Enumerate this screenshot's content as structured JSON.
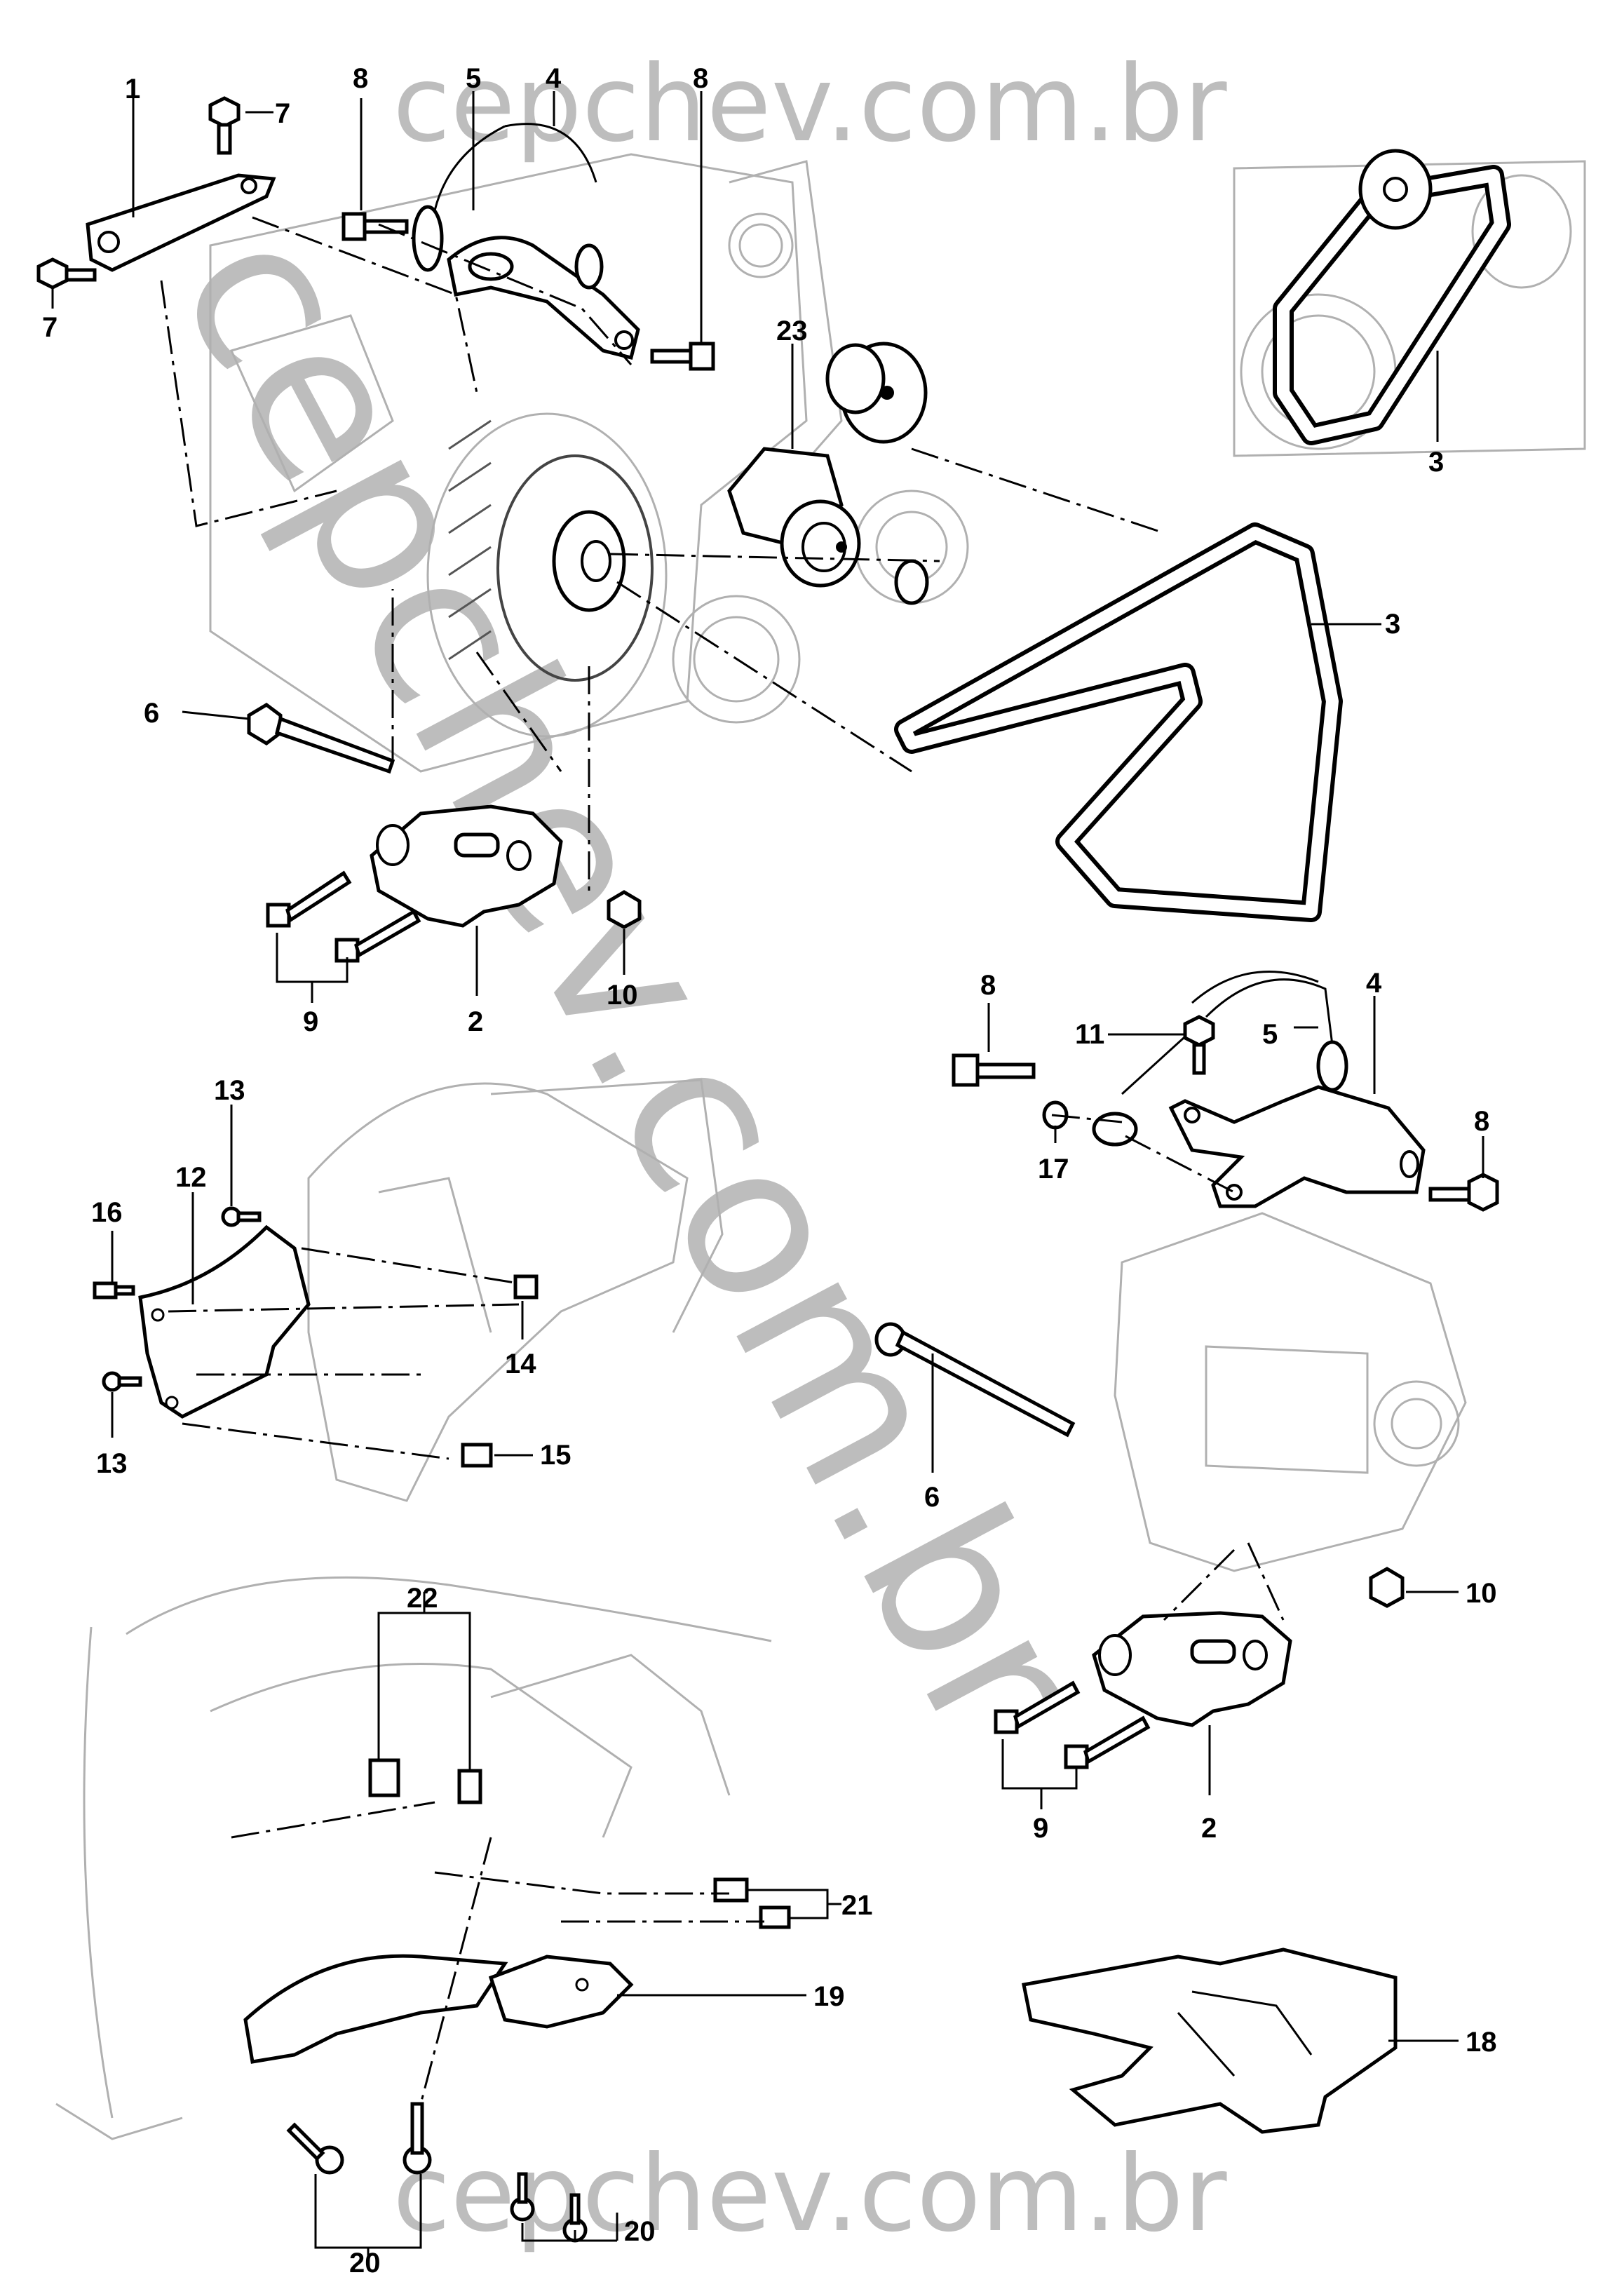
{
  "watermark": {
    "top": "cepchev.com.br",
    "diagonal": "cepchev.com.br",
    "bottom": "cepchev.com.br"
  },
  "callouts": [
    {
      "id": "c1",
      "text": "1"
    },
    {
      "id": "c7a",
      "text": "7"
    },
    {
      "id": "c7b",
      "text": "7"
    },
    {
      "id": "c8a",
      "text": "8"
    },
    {
      "id": "c5a",
      "text": "5"
    },
    {
      "id": "c4a",
      "text": "4"
    },
    {
      "id": "c8b",
      "text": "8"
    },
    {
      "id": "c23",
      "text": "23"
    },
    {
      "id": "c3a",
      "text": "3"
    },
    {
      "id": "c3b",
      "text": "3"
    },
    {
      "id": "c6a",
      "text": "6"
    },
    {
      "id": "c9a",
      "text": "9"
    },
    {
      "id": "c2a",
      "text": "2"
    },
    {
      "id": "c10a",
      "text": "10"
    },
    {
      "id": "c8c",
      "text": "8"
    },
    {
      "id": "c11",
      "text": "11"
    },
    {
      "id": "c5b",
      "text": "5"
    },
    {
      "id": "c4b",
      "text": "4"
    },
    {
      "id": "c8d",
      "text": "8"
    },
    {
      "id": "c17",
      "text": "17"
    },
    {
      "id": "c13a",
      "text": "13"
    },
    {
      "id": "c12",
      "text": "12"
    },
    {
      "id": "c16",
      "text": "16"
    },
    {
      "id": "c14",
      "text": "14"
    },
    {
      "id": "c13b",
      "text": "13"
    },
    {
      "id": "c15",
      "text": "15"
    },
    {
      "id": "c6b",
      "text": "6"
    },
    {
      "id": "c10b",
      "text": "10"
    },
    {
      "id": "c9b",
      "text": "9"
    },
    {
      "id": "c2b",
      "text": "2"
    },
    {
      "id": "c22",
      "text": "22"
    },
    {
      "id": "c21",
      "text": "21"
    },
    {
      "id": "c19",
      "text": "19"
    },
    {
      "id": "c18",
      "text": "18"
    },
    {
      "id": "c20a",
      "text": "20"
    },
    {
      "id": "c20b",
      "text": "20"
    }
  ]
}
